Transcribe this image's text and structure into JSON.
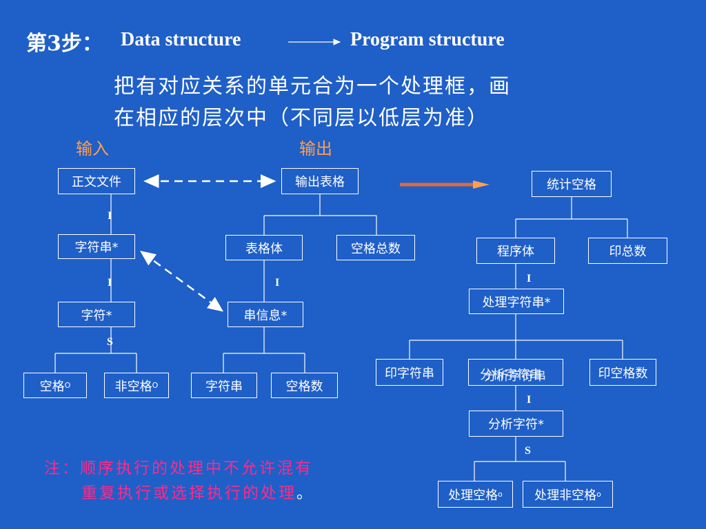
{
  "title": {
    "step": "第3步：",
    "data_structure": "Data structure",
    "program_structure": "Program structure"
  },
  "subtitle": {
    "line1": "把有对应关系的单元合为一个处理框，画",
    "line2": "在相应的层次中（不同层以低层为准）"
  },
  "labels": {
    "input": "输入",
    "output": "输出"
  },
  "input_tree": {
    "root": "正文文件",
    "l1": "字符串*",
    "l2": "字符*",
    "leaf_left": "空格",
    "leaf_left_sup": "O",
    "leaf_right": "非空格",
    "leaf_right_sup": "O",
    "conn1": "I",
    "conn2": "I",
    "conn3": "S"
  },
  "output_tree": {
    "root": "输出表格",
    "child_left": "表格体",
    "child_right": "空格总数",
    "l2": "串信息*",
    "leaf_left": "字符串",
    "leaf_right": "空格数",
    "conn1": "I"
  },
  "program_tree": {
    "root": "统计空格",
    "child_left": "程序体",
    "child_right": "印总数",
    "l2": "处理字符串*",
    "l3_left": "印字符串",
    "l3_mid_a": "分析字符串",
    "l3_mid_b": "分析字符串",
    "l3_right": "印空格数",
    "l4": "分析字符*",
    "leaf_left": "处理空格",
    "leaf_left_sup": "o",
    "leaf_right": "处理非空格",
    "leaf_right_sup": "o",
    "conn1": "I",
    "conn2": "I",
    "conn3": "S"
  },
  "note": {
    "line1": "注：顺序执行的处理中不允许混有",
    "line2": "重复执行或选择执行的处理",
    "line2_end": "。"
  },
  "colors": {
    "background": "#1f5fc8",
    "note": "#ff2a8a",
    "orange": "#ffa050",
    "line": "#ffffff"
  }
}
